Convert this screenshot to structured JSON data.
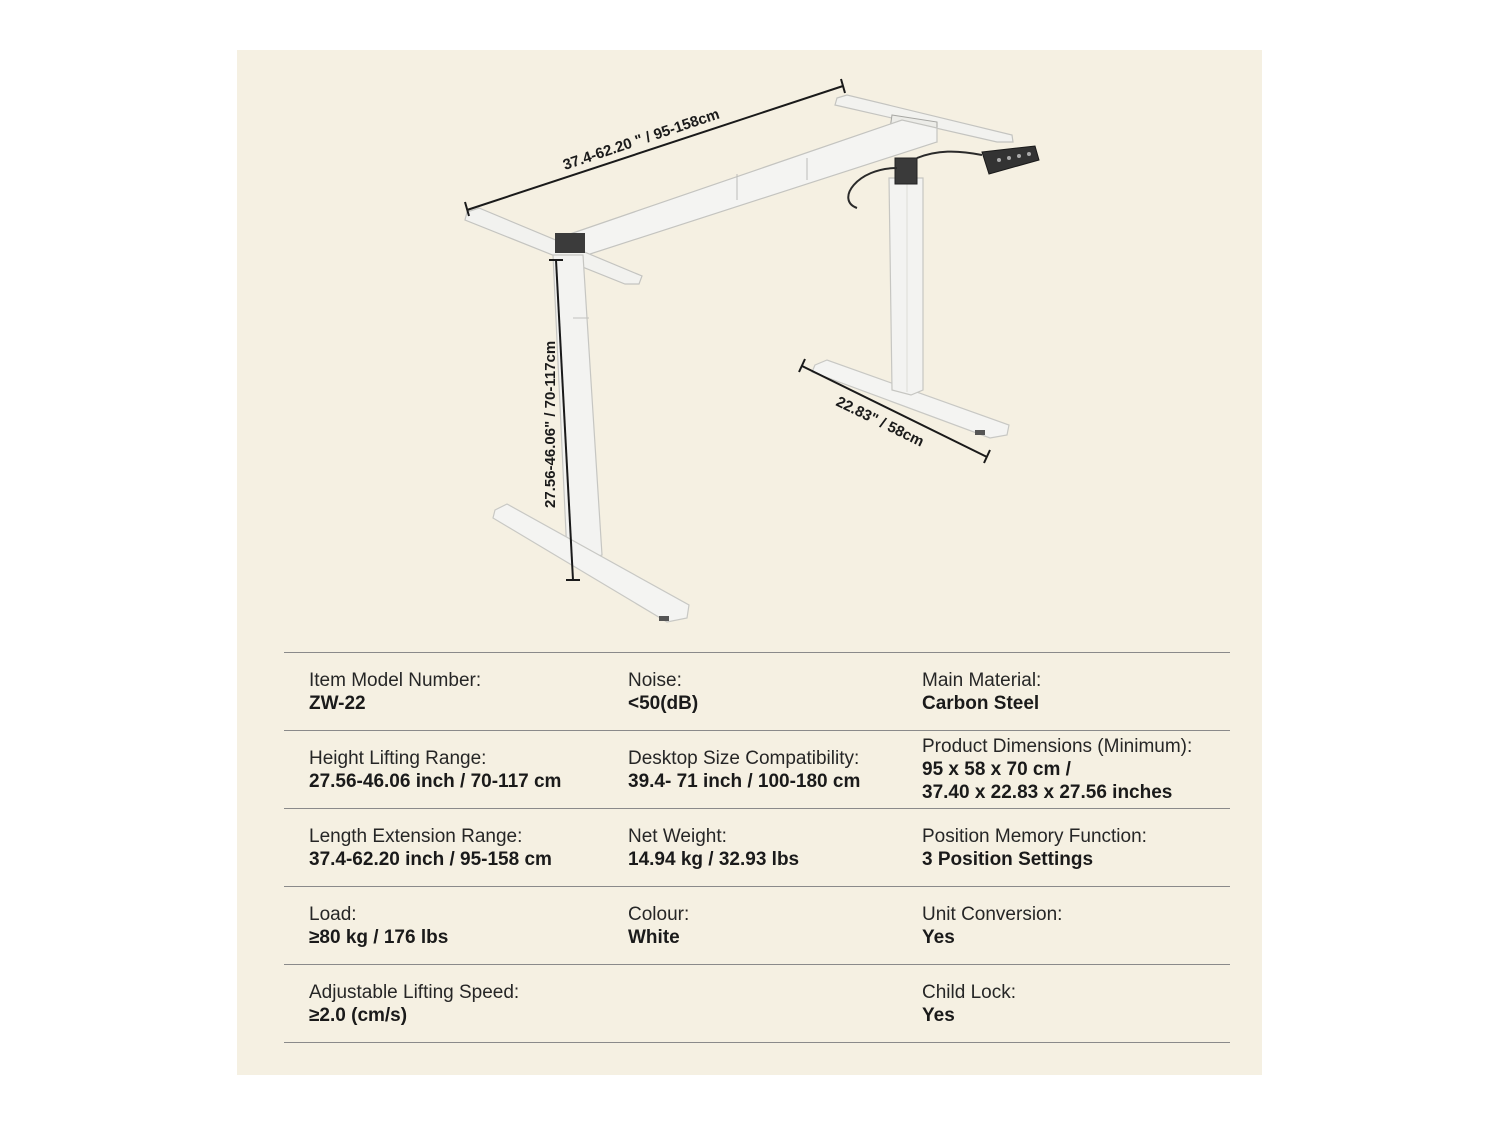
{
  "dimensions": {
    "length": "37.4-62.20 \" / 95-158cm",
    "height": "27.56-46.06\" / 70-117cm",
    "depth": "22.83\" / 58cm"
  },
  "specs": [
    [
      {
        "label": "Item Model Number:",
        "value": "ZW-22"
      },
      {
        "label": "Noise:",
        "value": "<50(dB)"
      },
      {
        "label": "Main Material:",
        "value": "Carbon Steel"
      }
    ],
    [
      {
        "label": "Height Lifting Range:",
        "value": "27.56-46.06 inch / 70-117 cm"
      },
      {
        "label": "Desktop Size Compatibility:",
        "value": "39.4- 71 inch / 100-180 cm"
      },
      {
        "label": "Product Dimensions (Minimum):",
        "value": "95 x 58 x 70 cm /",
        "value2": "37.40 x 22.83 x 27.56 inches"
      }
    ],
    [
      {
        "label": "Length Extension Range:",
        "value": "37.4-62.20 inch / 95-158 cm"
      },
      {
        "label": "Net Weight:",
        "value": "14.94 kg / 32.93 lbs"
      },
      {
        "label": "Position Memory Function:",
        "value": "3 Position Settings"
      }
    ],
    [
      {
        "label": "Load:",
        "value": "≥80 kg / 176 lbs"
      },
      {
        "label": "Colour:",
        "value": "White"
      },
      {
        "label": "Unit Conversion:",
        "value": "Yes"
      }
    ],
    [
      {
        "label": "Adjustable Lifting Speed:",
        "value": "≥2.0 (cm/s)"
      },
      {
        "label": "",
        "value": ""
      },
      {
        "label": "Child Lock:",
        "value": "Yes"
      }
    ]
  ]
}
